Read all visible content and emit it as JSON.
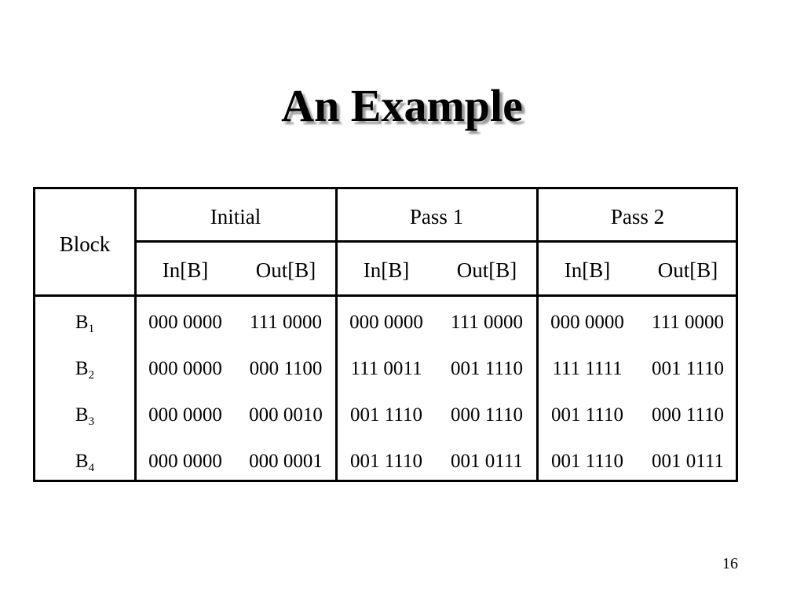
{
  "slide": {
    "title": "An Example",
    "page_number": "16"
  },
  "table": {
    "block_header": "Block",
    "groups": [
      {
        "label": "Initial",
        "in_label": "In[B]",
        "out_label": "Out[B]"
      },
      {
        "label": "Pass 1",
        "in_label": "In[B]",
        "out_label": "Out[B]"
      },
      {
        "label": "Pass 2",
        "in_label": "In[B]",
        "out_label": "Out[B]"
      }
    ],
    "rows": [
      {
        "block": "B",
        "sub": "1",
        "values": [
          "000 0000",
          "111 0000",
          "000 0000",
          "111 0000",
          "000 0000",
          "111 0000"
        ]
      },
      {
        "block": "B",
        "sub": "2",
        "values": [
          "000 0000",
          "000 1100",
          "111 0011",
          "001 1110",
          "111 1111",
          "001 1110"
        ]
      },
      {
        "block": "B",
        "sub": "3",
        "values": [
          "000 0000",
          "000 0010",
          "001 1110",
          "000 1110",
          "001 1110",
          "000 1110"
        ]
      },
      {
        "block": "B",
        "sub": "4",
        "values": [
          "000 0000",
          "000 0001",
          "001 1110",
          "001 0111",
          "001 1110",
          "001 0111"
        ]
      }
    ]
  }
}
